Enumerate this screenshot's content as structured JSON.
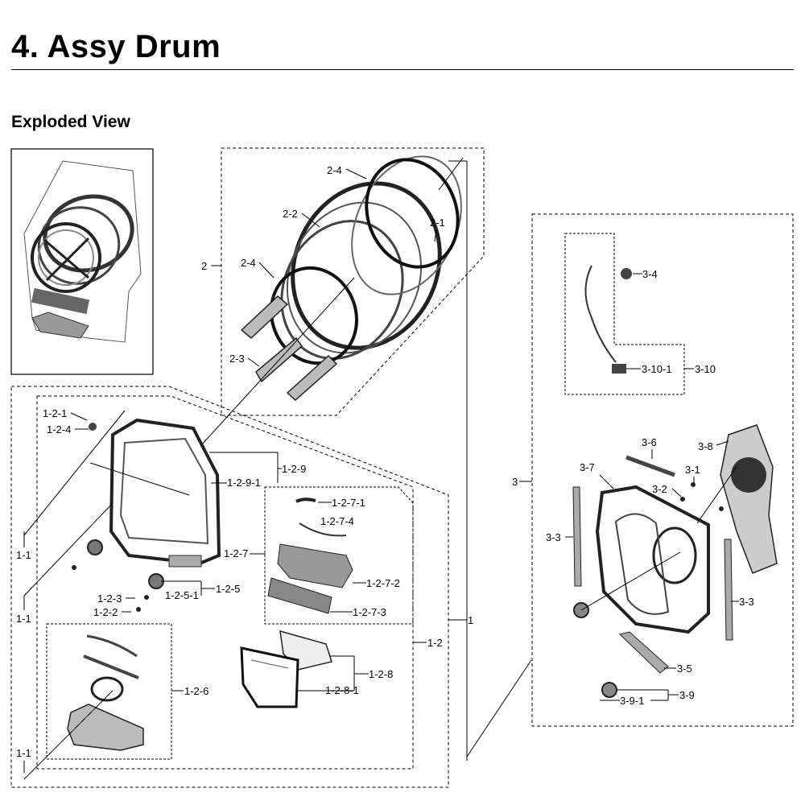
{
  "header": {
    "title": "4.  Assy Drum",
    "section": "Exploded View"
  },
  "labels": {
    "p2": "2",
    "p2_4a": "2-4",
    "p2_2": "2-2",
    "p2_1": "2-1",
    "p2_4b": "2-4",
    "p2_3": "2-3",
    "p1_2_1": "1-2-1",
    "p1_2_4": "1-2-4",
    "p1_2_9": "1-2-9",
    "p1_2_9_1": "1-2-9-1",
    "p1_1a": "1-1",
    "p1_1b": "1-1",
    "p1_1c": "1-1",
    "p1_2_7_1": "1-2-7-1",
    "p1_2_7_4": "1-2-7-4",
    "p1_2_7": "1-2-7",
    "p1_2_7_2": "1-2-7-2",
    "p1_2_7_3": "1-2-7-3",
    "p1_2_3": "1-2-3",
    "p1_2_5_1": "1-2-5-1",
    "p1_2_5": "1-2-5",
    "p1_2_2": "1-2-2",
    "p1": "1",
    "p1_2": "1-2",
    "p1_2_6": "1-2-6",
    "p1_2_8": "1-2-8",
    "p1_2_8_1": "1-2-8-1",
    "p3": "3",
    "p3_4": "3-4",
    "p3_10_1": "3-10-1",
    "p3_10": "3-10",
    "p3_6": "3-6",
    "p3_7": "3-7",
    "p3_8": "3-8",
    "p3_1": "3-1",
    "p3_2": "3-2",
    "p3_3a": "3-3",
    "p3_3b": "3-3",
    "p3_5": "3-5",
    "p3_9": "3-9",
    "p3_9_1": "3-9-1"
  }
}
